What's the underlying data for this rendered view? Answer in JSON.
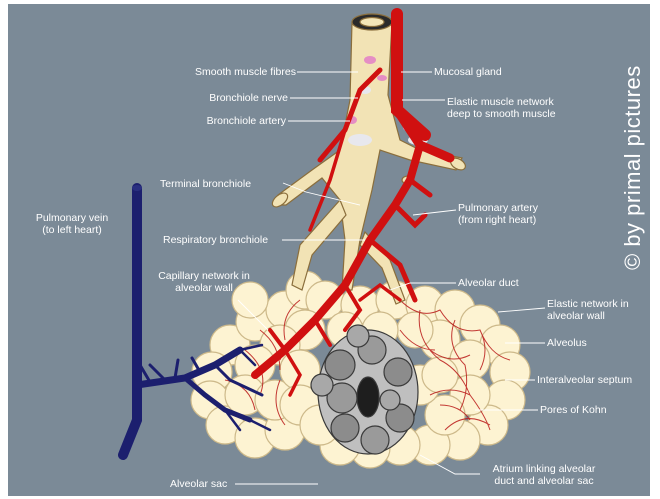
{
  "labels": {
    "smooth_muscle": "Smooth muscle fibres",
    "bronchiole_nerve": "Bronchiole nerve",
    "bronchiole_artery": "Bronchiole artery",
    "terminal_bronchiole": "Terminal bronchiole",
    "pulmonary_vein": "Pulmonary vein\n(to left heart)",
    "respiratory_bronchiole": "Respiratory bronchiole",
    "capillary_network": "Capillary network in\nalveolar wall",
    "alveolar_sac": "Alveolar sac",
    "mucosal_gland": "Mucosal gland",
    "elastic_muscle": "Elastic muscle network\ndeep to smooth muscle",
    "pulmonary_artery": "Pulmonary artery\n(from right heart)",
    "alveolar_duct": "Alveolar duct",
    "elastic_network": "Elastic network in\nalveolar wall",
    "alveolus": "Alveolus",
    "interalveolar_septum": "Interalveolar septum",
    "pores_of_kohn": "Pores of Kohn",
    "atrium": "Atrium linking alveolar\nduct and alveolar sac"
  },
  "copyright": "© by primal pictures",
  "colors": {
    "background": "#7b8a97",
    "artery": "#d01010",
    "vein": "#1c1f6e",
    "alveolus_fill": "#fdf3d2",
    "label_text": "#ffffff"
  }
}
